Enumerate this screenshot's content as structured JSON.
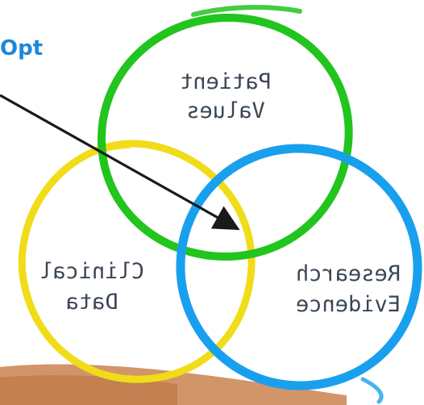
{
  "headline": "Opt",
  "circles": [
    {
      "id": "patient",
      "lines": [
        "Patient",
        "Values"
      ],
      "color": "#22c41e"
    },
    {
      "id": "clinical",
      "lines": [
        "Clinical",
        "Data"
      ],
      "color": "#f0dc18"
    },
    {
      "id": "research",
      "lines": [
        "Research",
        "Evidence"
      ],
      "color": "#18a0ee"
    }
  ],
  "arrow_color": "#1a1a1a",
  "hand_color": "#c9824f",
  "mirrored": true
}
